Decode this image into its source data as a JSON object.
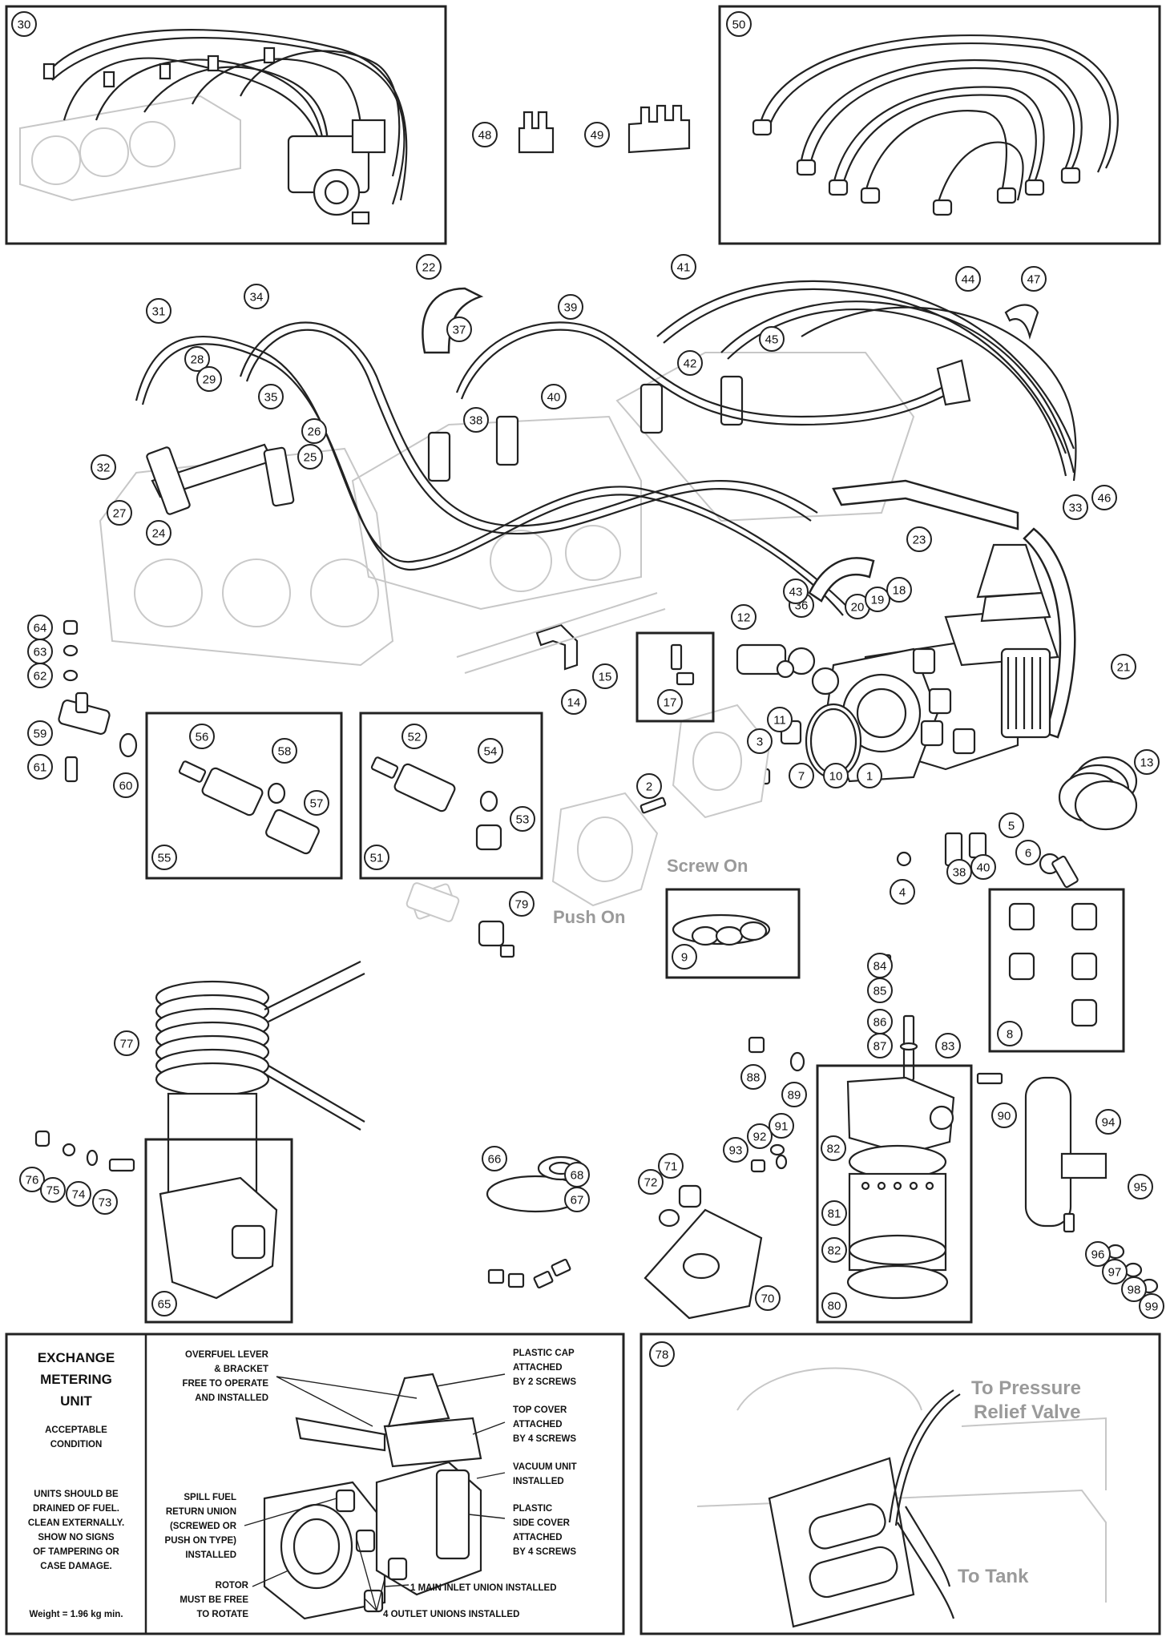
{
  "callouts": [
    "30",
    "50",
    "48",
    "49",
    "22",
    "41",
    "44",
    "47",
    "31",
    "34",
    "39",
    "37",
    "45",
    "28",
    "29",
    "42",
    "35",
    "38",
    "40",
    "26",
    "32",
    "25",
    "46",
    "33",
    "27",
    "23",
    "24",
    "64",
    "63",
    "62",
    "12",
    "36",
    "43",
    "20",
    "19",
    "18",
    "21",
    "59",
    "61",
    "60",
    "14",
    "15",
    "17",
    "56",
    "58",
    "52",
    "54",
    "57",
    "53",
    "11",
    "3",
    "7",
    "10",
    "1",
    "13",
    "55",
    "51",
    "2",
    "5",
    "6",
    "38b",
    "40b",
    "4",
    "79",
    "9",
    "8",
    "84",
    "85",
    "86",
    "87",
    "83",
    "77",
    "88",
    "89",
    "90",
    "94",
    "76",
    "75",
    "74",
    "73",
    "66",
    "68",
    "67",
    "71",
    "72",
    "93",
    "92",
    "91",
    "82",
    "81",
    "82b",
    "80",
    "95",
    "96",
    "97",
    "98",
    "99",
    "65",
    "70",
    "78"
  ],
  "labels": {
    "screw_on": "Screw On",
    "push_on": "Push On",
    "to_pressure_relief_1": "To Pressure",
    "to_pressure_relief_2": "Relief Valve",
    "to_tank": "To Tank"
  },
  "exchange": {
    "title_1": "EXCHANGE",
    "title_2": "METERING",
    "title_3": "UNIT",
    "acceptable_1": "ACCEPTABLE",
    "acceptable_2": "CONDITION",
    "note_1": "UNITS SHOULD BE",
    "note_2": "DRAINED OF FUEL.",
    "note_3": "CLEAN EXTERNALLY.",
    "note_4": "SHOW NO SIGNS",
    "note_5": "OF TAMPERING OR",
    "note_6": "CASE DAMAGE.",
    "weight": "Weight = 1.96 kg min.",
    "overfuel_1": "OVERFUEL LEVER",
    "overfuel_2": "& BRACKET",
    "overfuel_3": "FREE TO OPERATE",
    "overfuel_4": "AND INSTALLED",
    "spill_1": "SPILL FUEL",
    "spill_2": "RETURN UNION",
    "spill_3": "(SCREWED OR",
    "spill_4": "PUSH ON TYPE)",
    "spill_5": "INSTALLED",
    "rotor_1": "ROTOR",
    "rotor_2": "MUST BE FREE",
    "rotor_3": "TO ROTATE",
    "cap_1": "PLASTIC CAP",
    "cap_2": "ATTACHED",
    "cap_3": "BY 2 SCREWS",
    "top_1": "TOP COVER",
    "top_2": "ATTACHED",
    "top_3": "BY 4 SCREWS",
    "vac_1": "VACUUM UNIT",
    "vac_2": "INSTALLED",
    "side_1": "PLASTIC",
    "side_2": "SIDE COVER",
    "side_3": "ATTACHED",
    "side_4": "BY 4 SCREWS",
    "inlet": "1 MAIN INLET UNION INSTALLED",
    "outlet": "4 OUTLET UNIONS INSTALLED"
  }
}
